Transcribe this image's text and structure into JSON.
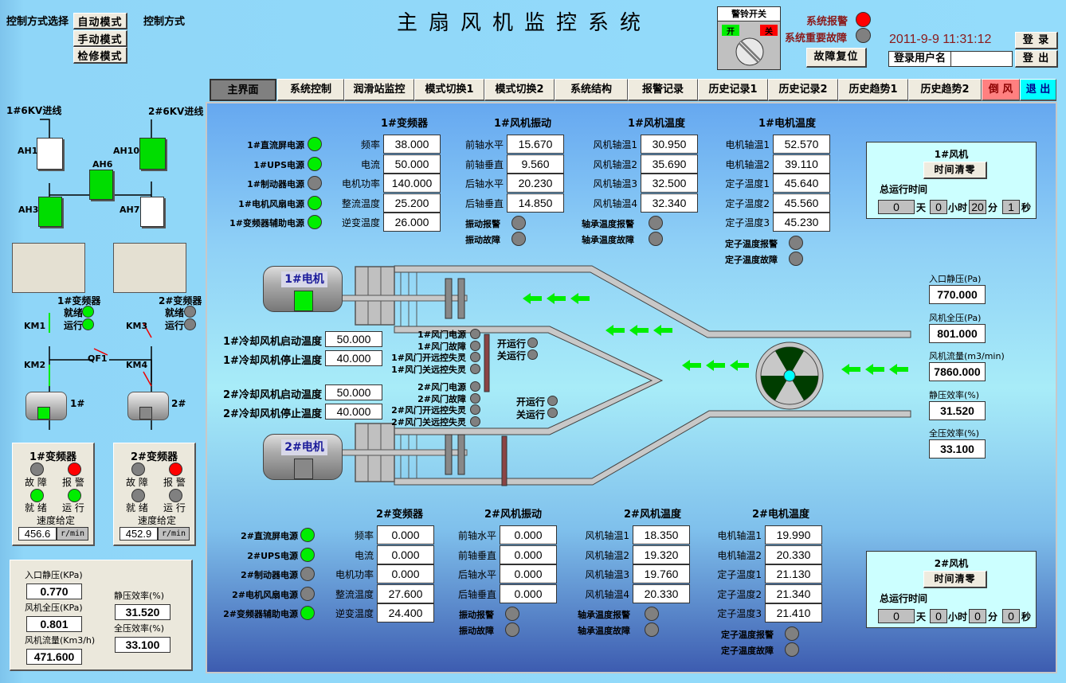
{
  "header": {
    "control_select_label": "控制方式选择",
    "mode_buttons": [
      "自动模式",
      "手动模式",
      "检修模式"
    ],
    "control_mode_label": "控制方式",
    "title": "主扇风机监控系统",
    "bell_switch": {
      "title": "警铃开关",
      "on": "开",
      "off": "关"
    },
    "system_alarm": "系统报警",
    "system_major_fault": "系统重要故障",
    "fault_reset": "故障复位",
    "datetime": "2011-9-9 11:31:12",
    "login": "登 录",
    "logout": "登 出",
    "login_user_label": "登录用户名",
    "login_user_value": ""
  },
  "tabs": [
    "主界面",
    "系统控制",
    "润滑站监控",
    "模式切换1",
    "模式切换2",
    "系统结构",
    "报警记录",
    "历史记录1",
    "历史记录2",
    "历史趋势1",
    "历史趋势2",
    "倒 风",
    "退 出"
  ],
  "left": {
    "line1": "1#6KV进线",
    "line2": "2#6KV进线",
    "cabinets": [
      "AH1",
      "AH10",
      "AH6",
      "AH3",
      "AH7"
    ],
    "inv1_label": "1#变频器",
    "inv2_label": "2#变频器",
    "ready": "就绪",
    "running": "运行",
    "switches": [
      "KM1",
      "KM2",
      "KM3",
      "KM4",
      "QF1"
    ],
    "motor1": "1#",
    "motor2": "2#"
  },
  "inv_panels": [
    {
      "title": "1#变频器",
      "fault": "故 障",
      "alarm": "报 警",
      "ready": "就 绪",
      "run": "运 行",
      "speed_label": "速度给定",
      "speed": "456.6",
      "unit": "r/min"
    },
    {
      "title": "2#变频器",
      "fault": "故 障",
      "alarm": "报 警",
      "ready": "就 绪",
      "run": "运 行",
      "speed_label": "速度给定",
      "speed": "452.9",
      "unit": "r/min"
    }
  ],
  "summary": {
    "inlet_static_label": "入口静压(KPa)",
    "inlet_static": "0.770",
    "total_pressure_label": "风机全压(KPa)",
    "total_pressure": "0.801",
    "flow_label": "风机流量(Km3/h)",
    "flow": "471.600",
    "static_eff_label": "静压效率(%)",
    "static_eff": "31.520",
    "total_eff_label": "全压效率(%)",
    "total_eff": "33.100"
  },
  "unit1": {
    "power": [
      "1#直流屏电源",
      "1#UPS电源",
      "1#制动器电源",
      "1#电机风扇电源",
      "1#变频器辅助电源"
    ],
    "inverter": {
      "title": "1#变频器",
      "labels": [
        "频率",
        "电流",
        "电机功率",
        "整流温度",
        "逆变温度"
      ],
      "values": [
        "38.000",
        "50.000",
        "140.000",
        "25.200",
        "26.000"
      ]
    },
    "vibration": {
      "title": "1#风机振动",
      "labels": [
        "前轴水平",
        "前轴垂直",
        "后轴水平",
        "后轴垂直"
      ],
      "values": [
        "15.670",
        "9.560",
        "20.230",
        "14.850"
      ],
      "alarm": "振动报警",
      "fault": "振动故障"
    },
    "fan_temp": {
      "title": "1#风机温度",
      "labels": [
        "风机轴温1",
        "风机轴温2",
        "风机轴温3",
        "风机轴温4"
      ],
      "values": [
        "30.950",
        "35.690",
        "32.500",
        "32.340"
      ],
      "alarm": "轴承温度报警",
      "fault": "轴承温度故障"
    },
    "motor_temp": {
      "title": "1#电机温度",
      "labels": [
        "电机轴温1",
        "电机轴温2",
        "定子温度1",
        "定子温度2",
        "定子温度3"
      ],
      "values": [
        "52.570",
        "39.110",
        "45.640",
        "45.560",
        "45.230"
      ],
      "alarm": "定子温度报警",
      "fault": "定子温度故障"
    },
    "motor_label": "1#电机",
    "cool_start_label": "1#冷却风机启动温度",
    "cool_start": "50.000",
    "cool_stop_label": "1#冷却风机停止温度",
    "cool_stop": "40.000",
    "damper": [
      "1#风门电源",
      "1#风门故障",
      "1#风门开远控失灵",
      "1#风门关远控失灵"
    ],
    "open_run": "开运行",
    "close_run": "关运行",
    "runtime": {
      "title": "1#风机",
      "reset": "时间清零",
      "total_label": "总运行时间",
      "days": "0",
      "hours": "0",
      "minutes": "20",
      "seconds": "1",
      "d": "天",
      "h": "小时",
      "m": "分",
      "s": "秒"
    }
  },
  "unit2": {
    "power": [
      "2#直流屏电源",
      "2#UPS电源",
      "2#制动器电源",
      "2#电机风扇电源",
      "2#变频器辅助电源"
    ],
    "inverter": {
      "title": "2#变频器",
      "labels": [
        "频率",
        "电流",
        "电机功率",
        "整流温度",
        "逆变温度"
      ],
      "values": [
        "0.000",
        "0.000",
        "0.000",
        "27.600",
        "24.400"
      ]
    },
    "vibration": {
      "title": "2#风机振动",
      "labels": [
        "前轴水平",
        "前轴垂直",
        "后轴水平",
        "后轴垂直"
      ],
      "values": [
        "0.000",
        "0.000",
        "0.000",
        "0.000"
      ],
      "alarm": "振动报警",
      "fault": "振动故障"
    },
    "fan_temp": {
      "title": "2#风机温度",
      "labels": [
        "风机轴温1",
        "风机轴温2",
        "风机轴温3",
        "风机轴温4"
      ],
      "values": [
        "18.350",
        "19.320",
        "19.760",
        "20.330"
      ],
      "alarm": "轴承温度报警",
      "fault": "轴承温度故障"
    },
    "motor_temp": {
      "title": "2#电机温度",
      "labels": [
        "电机轴温1",
        "电机轴温2",
        "定子温度1",
        "定子温度2",
        "定子温度3"
      ],
      "values": [
        "19.990",
        "20.330",
        "21.130",
        "21.340",
        "21.410"
      ],
      "alarm": "定子温度报警",
      "fault": "定子温度故障"
    },
    "motor_label": "2#电机",
    "cool_start_label": "2#冷却风机启动温度",
    "cool_start": "50.000",
    "cool_stop_label": "2#冷却风机停止温度",
    "cool_stop": "40.000",
    "damper": [
      "2#风门电源",
      "2#风门故障",
      "2#风门开远控失灵",
      "2#风门关远控失灵"
    ],
    "open_run": "开运行",
    "close_run": "关运行",
    "runtime": {
      "title": "2#风机",
      "reset": "时间清零",
      "total_label": "总运行时间",
      "days": "0",
      "hours": "0",
      "minutes": "0",
      "seconds": "0",
      "d": "天",
      "h": "小时",
      "m": "分",
      "s": "秒"
    }
  },
  "right_readings": {
    "labels": [
      "入口静压(Pa)",
      "风机全压(Pa)",
      "风机流量(m3/min)",
      "静压效率(%)",
      "全压效率(%)"
    ],
    "values": [
      "770.000",
      "801.000",
      "7860.000",
      "31.520",
      "33.100"
    ]
  },
  "colors": {
    "lamp_on": "#00ee00",
    "lamp_off": "#808080",
    "alarm": "#ff0000",
    "datetime": "#8b1a1a",
    "arrow": "#00ee00"
  }
}
